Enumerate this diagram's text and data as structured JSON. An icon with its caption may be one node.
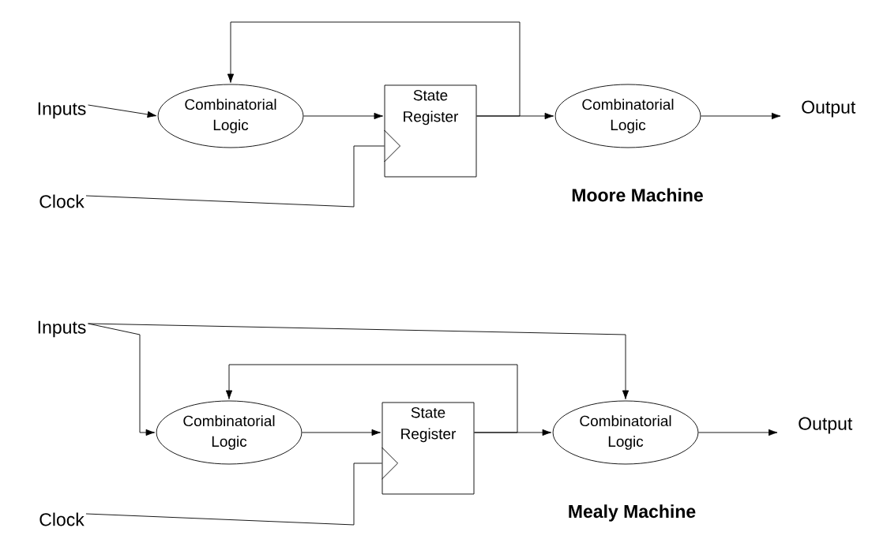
{
  "diagram": {
    "nodes": [
      {
        "text": [
          "Inputs"
        ]
      },
      {
        "text": [
          "Combinatorial Logic"
        ]
      },
      {
        "text": [
          "State Register"
        ]
      },
      {
        "text": [
          "Combinatorial Logic"
        ]
      },
      {
        "text": [
          "Output"
        ]
      },
      {
        "text": [
          "Clock"
        ]
      },
      {
        "text": [
          "Inputs"
        ]
      },
      {
        "text": [
          "Combinatorial Logic"
        ]
      },
      {
        "text": [
          "State Register"
        ]
      },
      {
        "text": [
          "Combinatorial Logic"
        ]
      },
      {
        "text": [
          "Output"
        ]
      },
      {
        "text": [
          "Clock"
        ]
      }
    ],
    "edges": [
      {
        "from": 0,
        "to": 1,
        "arrow": "to"
      },
      {
        "from": 1,
        "to": 2,
        "arrow": "to"
      },
      {
        "from": 2,
        "to": 3,
        "arrow": "to"
      },
      {
        "from": 2,
        "to": 1,
        "arrow": "to"
      },
      {
        "from": 3,
        "to": 4,
        "arrow": "to"
      },
      {
        "from": 5,
        "to": 2,
        "arrow": "none"
      },
      {
        "from": 6,
        "to": 7,
        "arrow": "to"
      },
      {
        "from": 6,
        "to": 9,
        "arrow": "to"
      },
      {
        "from": 7,
        "to": 8,
        "arrow": "to"
      },
      {
        "from": 8,
        "to": 9,
        "arrow": "to"
      },
      {
        "from": 8,
        "to": 7,
        "arrow": "to"
      },
      {
        "from": 9,
        "to": 10,
        "arrow": "to"
      },
      {
        "from": 11,
        "to": 8,
        "arrow": "none"
      }
    ],
    "labels": [
      "Moore Machine",
      "Mealy Machine"
    ]
  }
}
